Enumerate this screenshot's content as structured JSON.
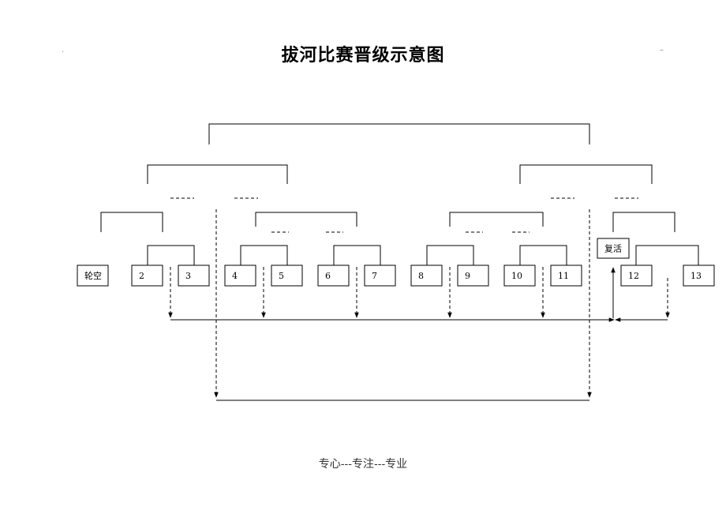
{
  "title": "拔河比赛晋级示意图",
  "footer": "专心---专注---专业",
  "corner_marks": [
    ".",
    "–"
  ],
  "boxes": [
    {
      "id": "bye",
      "label": "轮空"
    },
    {
      "id": "t2",
      "label": "2"
    },
    {
      "id": "t3",
      "label": "3"
    },
    {
      "id": "t4",
      "label": "4"
    },
    {
      "id": "t5",
      "label": "5"
    },
    {
      "id": "t6",
      "label": "6"
    },
    {
      "id": "t7",
      "label": "7"
    },
    {
      "id": "t8",
      "label": "8"
    },
    {
      "id": "t9",
      "label": "9"
    },
    {
      "id": "t10",
      "label": "10"
    },
    {
      "id": "t11",
      "label": "11"
    },
    {
      "id": "revive",
      "label": "复活"
    },
    {
      "id": "t12",
      "label": "12"
    },
    {
      "id": "t13",
      "label": "13"
    }
  ]
}
